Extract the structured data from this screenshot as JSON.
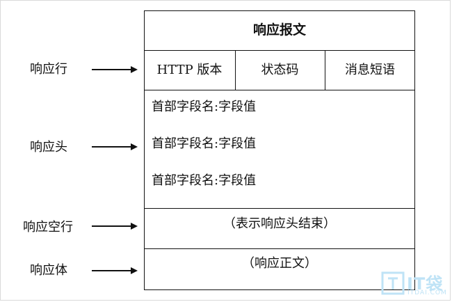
{
  "diagram": {
    "title": "响应报文",
    "left_labels": {
      "status_line": "响应行",
      "headers": "响应头",
      "blank_line": "响应空行",
      "body": "响应体"
    },
    "status_line_cells": {
      "version": "HTTP 版本",
      "status_code": "状态码",
      "reason_phrase": "消息短语"
    },
    "header_fields": [
      "首部字段名:字段值",
      "首部字段名:字段值",
      "首部字段名:字段值"
    ],
    "blank_line_note": "（表示响应头结束）",
    "body_note": "（响应正文）"
  },
  "watermark": {
    "brand": "IT袋",
    "site": "ITDAI.COM",
    "color": "#bfe3f6"
  }
}
